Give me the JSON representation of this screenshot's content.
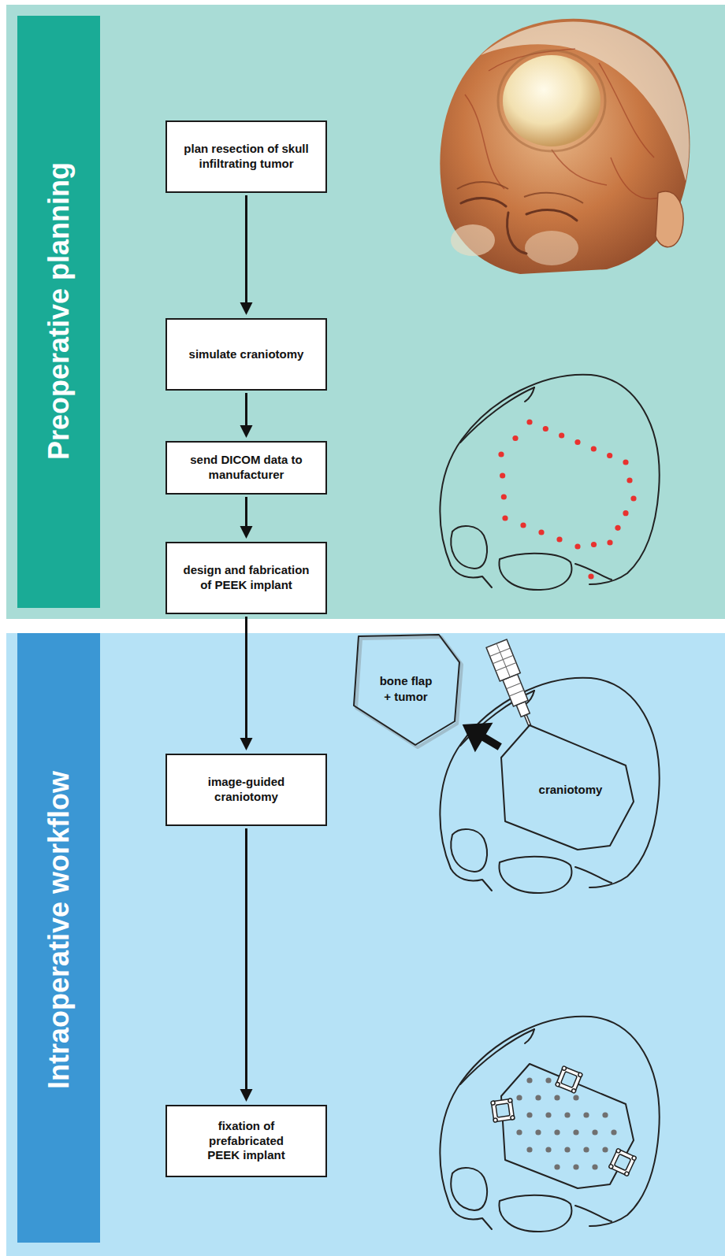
{
  "diagram": {
    "nodes": [
      {
        "text": [
          "Preoperative planning"
        ]
      },
      {
        "text": [
          "plan resection of skull infiltrating tumor"
        ],
        "in": 0
      },
      {
        "text": [
          "simulate craniotomy"
        ],
        "in": 0
      },
      {
        "text": [
          "send DICOM data to manufacturer"
        ],
        "in": 0
      },
      {
        "text": [
          "design and fabrication of PEEK implant"
        ],
        "in": 0
      },
      {
        "text": [
          "Intraoperative workflow"
        ]
      },
      {
        "text": [
          "bone flap + tumor"
        ],
        "in": 5
      },
      {
        "text": [
          "image-guided craniotomy"
        ],
        "in": 5
      },
      {
        "text": [
          "craniotomy"
        ],
        "in": 5
      },
      {
        "text": [
          "fixation of prefabricated PEEK implant"
        ],
        "in": 5
      }
    ],
    "edges": [
      {
        "from": 1,
        "to": 2,
        "arrow": "to"
      },
      {
        "from": 2,
        "to": 3,
        "arrow": "to"
      },
      {
        "from": 3,
        "to": 4,
        "arrow": "to"
      },
      {
        "from": 4,
        "to": 7,
        "arrow": "to"
      },
      {
        "from": 7,
        "to": 9,
        "arrow": "to"
      },
      {
        "from": 8,
        "to": 6,
        "arrow": "to"
      }
    ]
  }
}
